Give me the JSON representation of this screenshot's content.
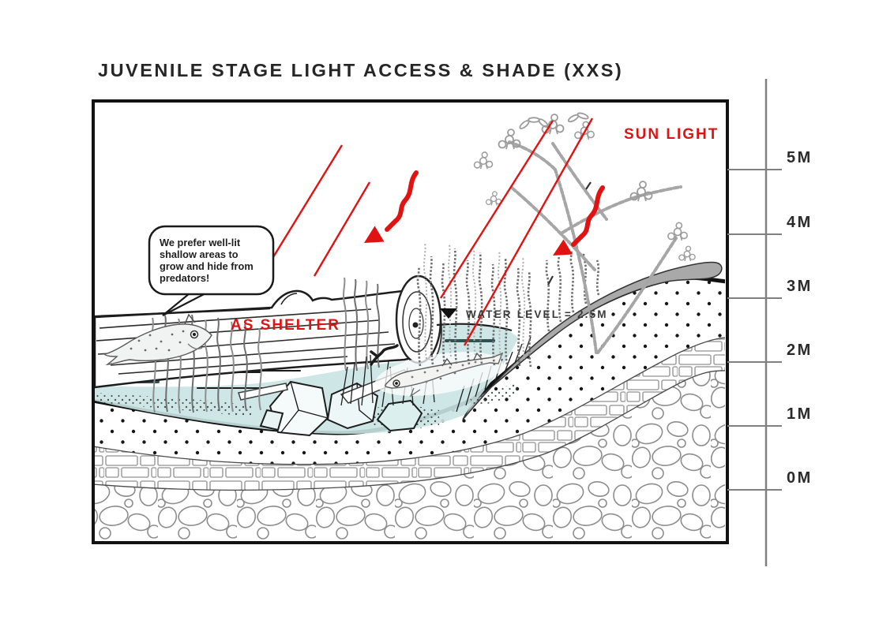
{
  "title": "JUVENILE STAGE LIGHT ACCESS & SHADE (XXS)",
  "annotations": {
    "sun_light": "SUN LIGHT",
    "as_shelter": "AS SHELTER",
    "water_level": "WATER LEVEL = 2.5M"
  },
  "speech_bubble": {
    "lines": [
      "We prefer well-lit",
      "shallow areas to",
      "grow and hide from",
      "predators!"
    ]
  },
  "depth_scale": {
    "unit": "M",
    "labels": [
      "5M",
      "4M",
      "3M",
      "2M",
      "1M",
      "0M"
    ],
    "values_m": [
      5,
      4,
      3,
      2,
      1,
      0
    ]
  },
  "water": {
    "level_m": 2.5
  },
  "colors": {
    "accent_red": "#de1414",
    "water_teal": "#c9e4e3",
    "bank_gray": "#a9a9a9",
    "ink": "#1a1a1a",
    "scale_gray": "#808080"
  }
}
